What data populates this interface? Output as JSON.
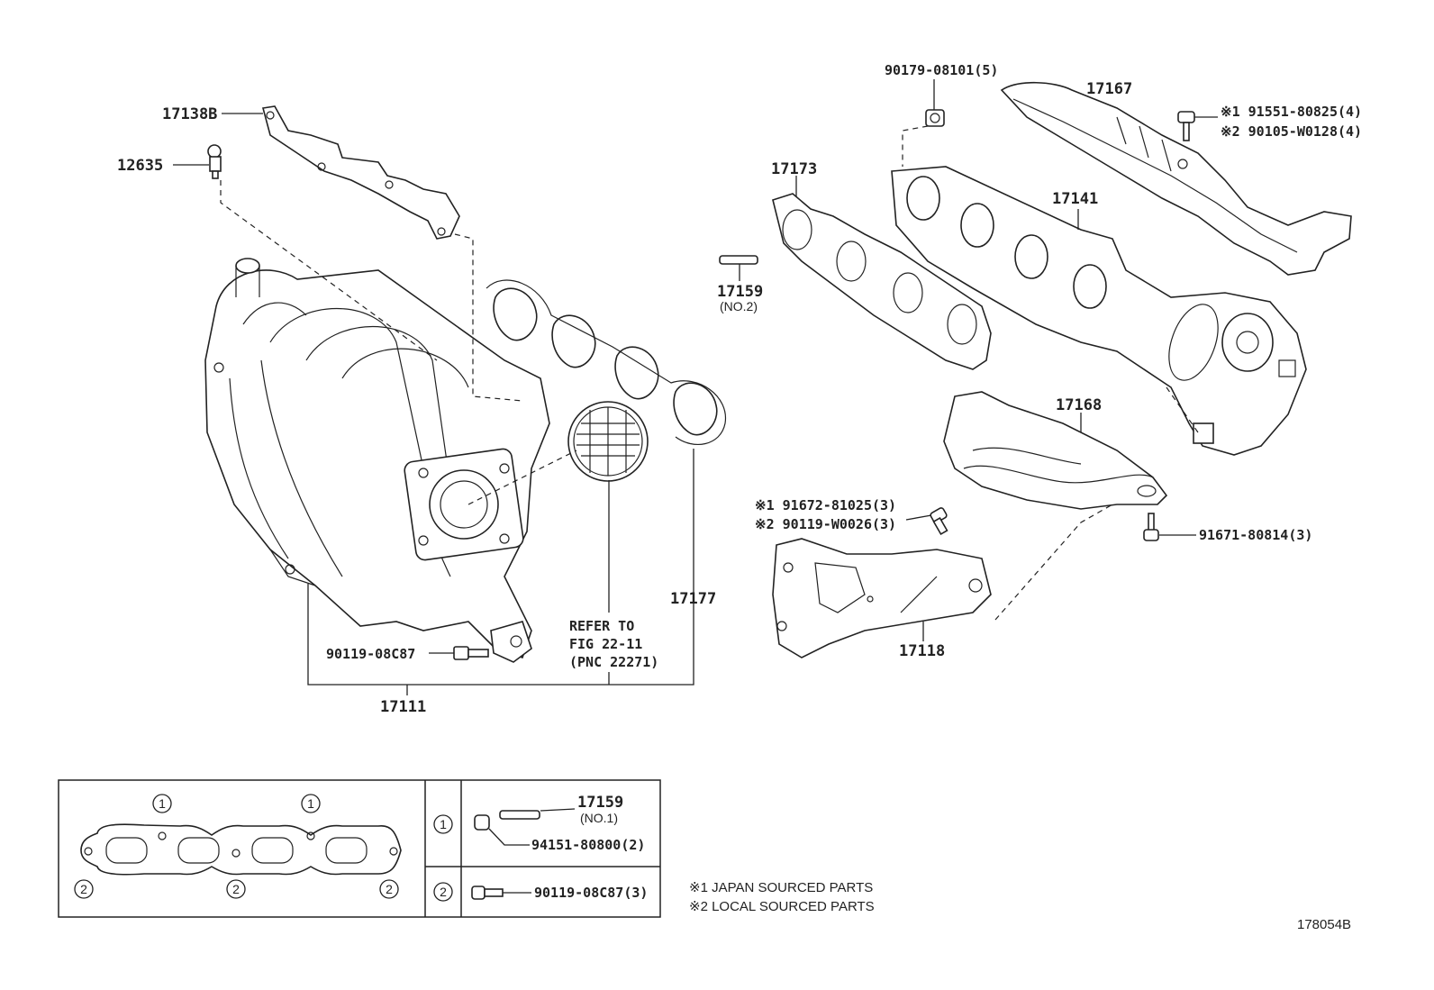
{
  "labels": {
    "p17138b": "17138B",
    "p12635": "12635",
    "p90179": "90179-08101(5)",
    "p17167": "17167",
    "p91551": "※1 91551-80825(4)",
    "p90105": "※2 90105-W0128(4)",
    "p17173": "17173",
    "p17141": "17141",
    "p17159a": "17159",
    "p17159a_sub": "(NO.2)",
    "p17168": "17168",
    "p91672": "※1 91672-81025(3)",
    "p90119w": "※2 90119-W0026(3)",
    "p91671": "91671-80814(3)",
    "p17118": "17118",
    "p17177": "17177",
    "ref1": "REFER TO",
    "ref2": "FIG 22-11",
    "ref3": "(PNC 22271)",
    "p90119c": "90119-08C87",
    "p17111": "17111"
  },
  "inset": {
    "circle1": "1",
    "circle2": "2",
    "p17159b": "17159",
    "p17159b_sub": "(NO.1)",
    "p94151": "94151-80800(2)",
    "p90119c3": "90119-08C87(3)"
  },
  "notes": {
    "note1": "※1 JAPAN SOURCED PARTS",
    "note2": "※2 LOCAL SOURCED PARTS"
  },
  "figure_id": "178054B"
}
